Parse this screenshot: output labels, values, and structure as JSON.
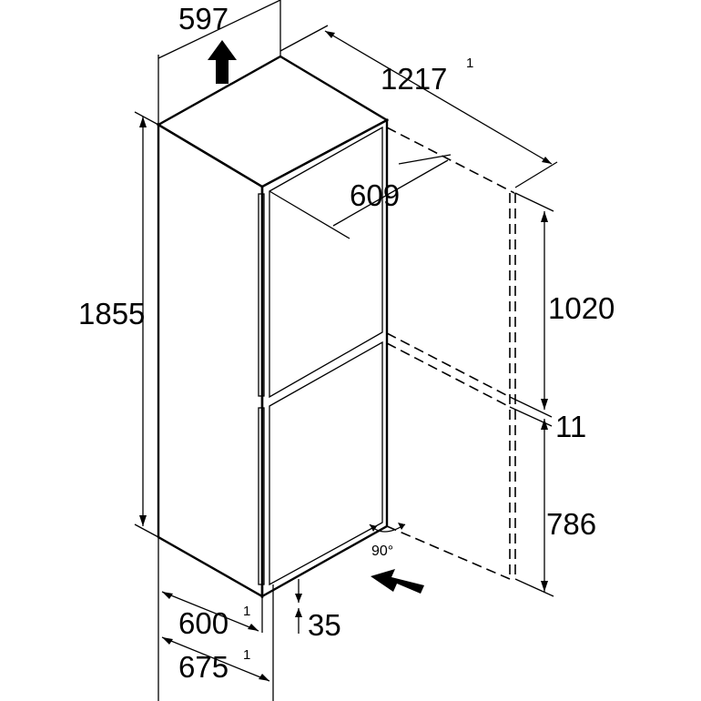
{
  "colors": {
    "line": "#000000",
    "background": "#ffffff"
  },
  "dimensions": {
    "width_top": "597",
    "depth_door_open": "1217",
    "depth_door_open_note": "1",
    "door_depth": "609",
    "height_total": "1855",
    "height_upper": "1020",
    "gap_between": "11",
    "height_lower": "786",
    "depth_body": "600",
    "depth_body_note": "1",
    "depth_handle": "35",
    "depth_total": "675",
    "depth_total_note": "1",
    "door_angle": "90°"
  },
  "icons": {
    "up_arrow": "ventilation-up-arrow-icon",
    "side_arrow": "airflow-arrow-icon"
  }
}
